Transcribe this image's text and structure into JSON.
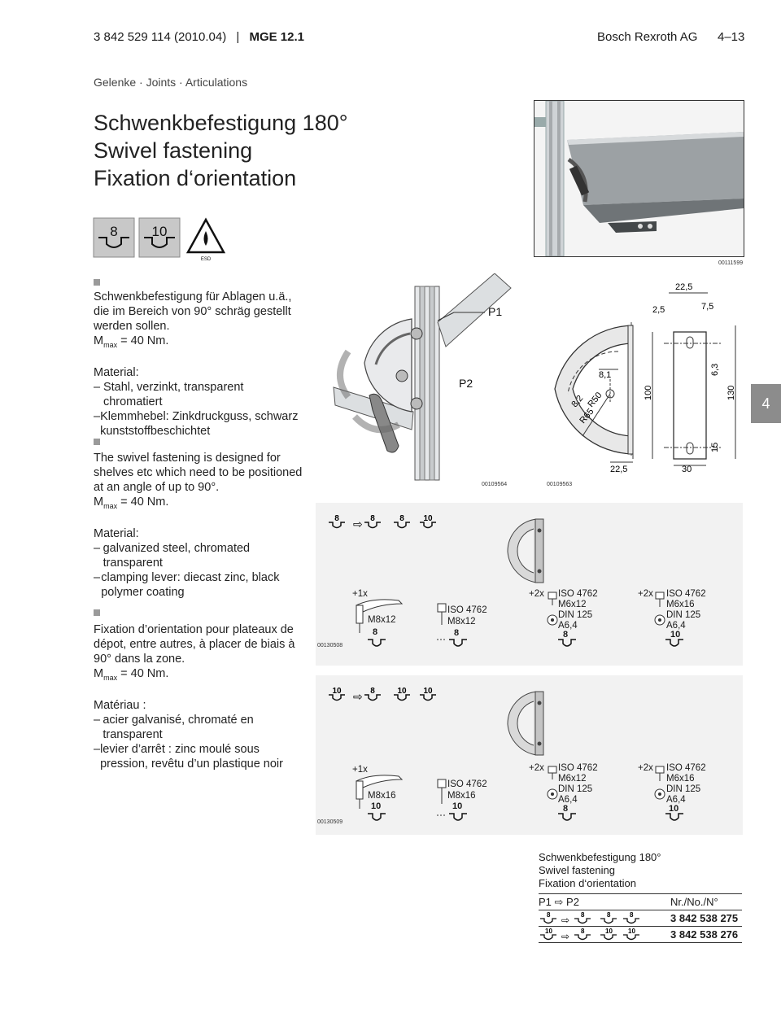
{
  "header": {
    "doc_number": "3 842 529 114 (2010.04)",
    "separator": "|",
    "doc_code": "MGE 12.1",
    "company": "Bosch Rexroth AG",
    "page": "4–13"
  },
  "category": "Gelenke · Joints · Articulations",
  "title": {
    "de": "Schwenkbefestigung 180°",
    "en": "Swivel fastening",
    "fr": "Fixation d‘orientation"
  },
  "profile_icons": {
    "a": "8",
    "b": "10",
    "esd": "ESD"
  },
  "image_ids": {
    "photo": "00111599",
    "drawing_left": "00109564",
    "drawing_right": "00109563",
    "parts_8": "00130508",
    "parts_10": "00130509"
  },
  "text_de": {
    "intro": "Schwenkbefestigung für Ablagen u.ä., die im Bereich von 90° schräg gestellt werden sollen.",
    "mmax_prefix": "M",
    "mmax_sub": "max",
    "mmax_value": " = 40 Nm.",
    "material_label": "Material:",
    "items": [
      "Stahl, verzinkt, transparent chromatiert",
      "Klemmhebel: Zinkdruckguss, schwarz kunststoffbeschichtet"
    ]
  },
  "text_en": {
    "intro": "The swivel fastening is designed for shelves etc which need to be positioned at an angle of up to 90°.",
    "mmax_prefix": "M",
    "mmax_sub": "max",
    "mmax_value": " = 40 Nm.",
    "material_label": "Material:",
    "items": [
      "galvanized steel, chromated transparent",
      "clamping lever: diecast zinc, black polymer coating"
    ]
  },
  "text_fr": {
    "intro": "Fixation d’orientation pour plateaux de dépot, entre autres, à placer de biais à 90° dans la zone.",
    "mmax_prefix": "M",
    "mmax_sub": "max",
    "mmax_value": " = 40 Nm.",
    "material_label": "Matériau :",
    "items": [
      "acier galvanisé, chromaté en transparent",
      "levier d’arrêt : zinc moulé sous pression, revêtu d’un plastique noir"
    ]
  },
  "drawing": {
    "p1": "P1",
    "p2": "P2",
    "dims": {
      "d22_5_top": "22,5",
      "d2_5": "2,5",
      "d7_5": "7,5",
      "d8_1": "8,1",
      "d8_2": "8,2",
      "r50": "R50",
      "r65": "R65",
      "d100": "100",
      "d6_3": "6,3",
      "d130": "130",
      "d15": "15",
      "d22_5_bottom": "22,5",
      "d30": "30"
    }
  },
  "section_tab": "4",
  "parts_8": {
    "profile_row": [
      "8",
      "8",
      "8",
      "10"
    ],
    "lever_qty": "+1x",
    "lever_thread": "M8x12",
    "lever_size": "8",
    "screw_std": "ISO 4762",
    "screw_size": "M8x12",
    "screw_profile": "8",
    "kit1_qty": "+2x",
    "kit1_lines": [
      "ISO 4762",
      "M6x12",
      "DIN 125",
      "A6,4"
    ],
    "kit1_profile": "8",
    "kit2_qty": "+2x",
    "kit2_lines": [
      "ISO 4762",
      "M6x16",
      "DIN 125",
      "A6,4"
    ],
    "kit2_profile": "10"
  },
  "parts_10": {
    "profile_row": [
      "10",
      "8",
      "10",
      "10"
    ],
    "lever_qty": "+1x",
    "lever_thread": "M8x16",
    "lever_size": "10",
    "screw_std": "ISO 4762",
    "screw_size": "M8x16",
    "screw_profile": "10",
    "kit1_qty": "+2x",
    "kit1_lines": [
      "ISO 4762",
      "M6x12",
      "DIN 125",
      "A6,4"
    ],
    "kit1_profile": "8",
    "kit2_qty": "+2x",
    "kit2_lines": [
      "ISO 4762",
      "M6x16",
      "DIN 125",
      "A6,4"
    ],
    "kit2_profile": "10"
  },
  "order": {
    "title_de": "Schwenkbefestigung 180°",
    "title_en": "Swivel fastening",
    "title_fr": "Fixation d‘orientation",
    "col1_header": "P1 ⇨ P2",
    "col2_header": "Nr./No./N°",
    "rows": [
      {
        "p1": "8",
        "p2a": "8",
        "p2b": "8",
        "p2c": "8",
        "number": "3 842 538 275"
      },
      {
        "p1": "10",
        "p2a": "8",
        "p2b": "10",
        "p2c": "10",
        "number": "3 842 538 276"
      }
    ]
  },
  "colors": {
    "tab_grey": "#8c8c8c",
    "bullet_grey": "#9a9a9a",
    "line": "#333333"
  }
}
